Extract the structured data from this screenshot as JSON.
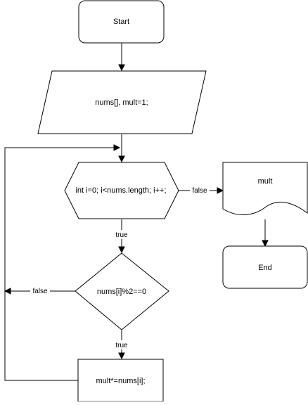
{
  "nodes": {
    "start": "Start",
    "input": "nums[], mult=1;",
    "loop": "int i=0; i<nums.length; i++;",
    "condition": "nums[i]%2==0",
    "process": "mult*=nums[i];",
    "output": "mult",
    "end": "End"
  },
  "edges": {
    "loop_false": "false",
    "loop_true": "true",
    "condition_false": "false",
    "condition_true": "true"
  }
}
